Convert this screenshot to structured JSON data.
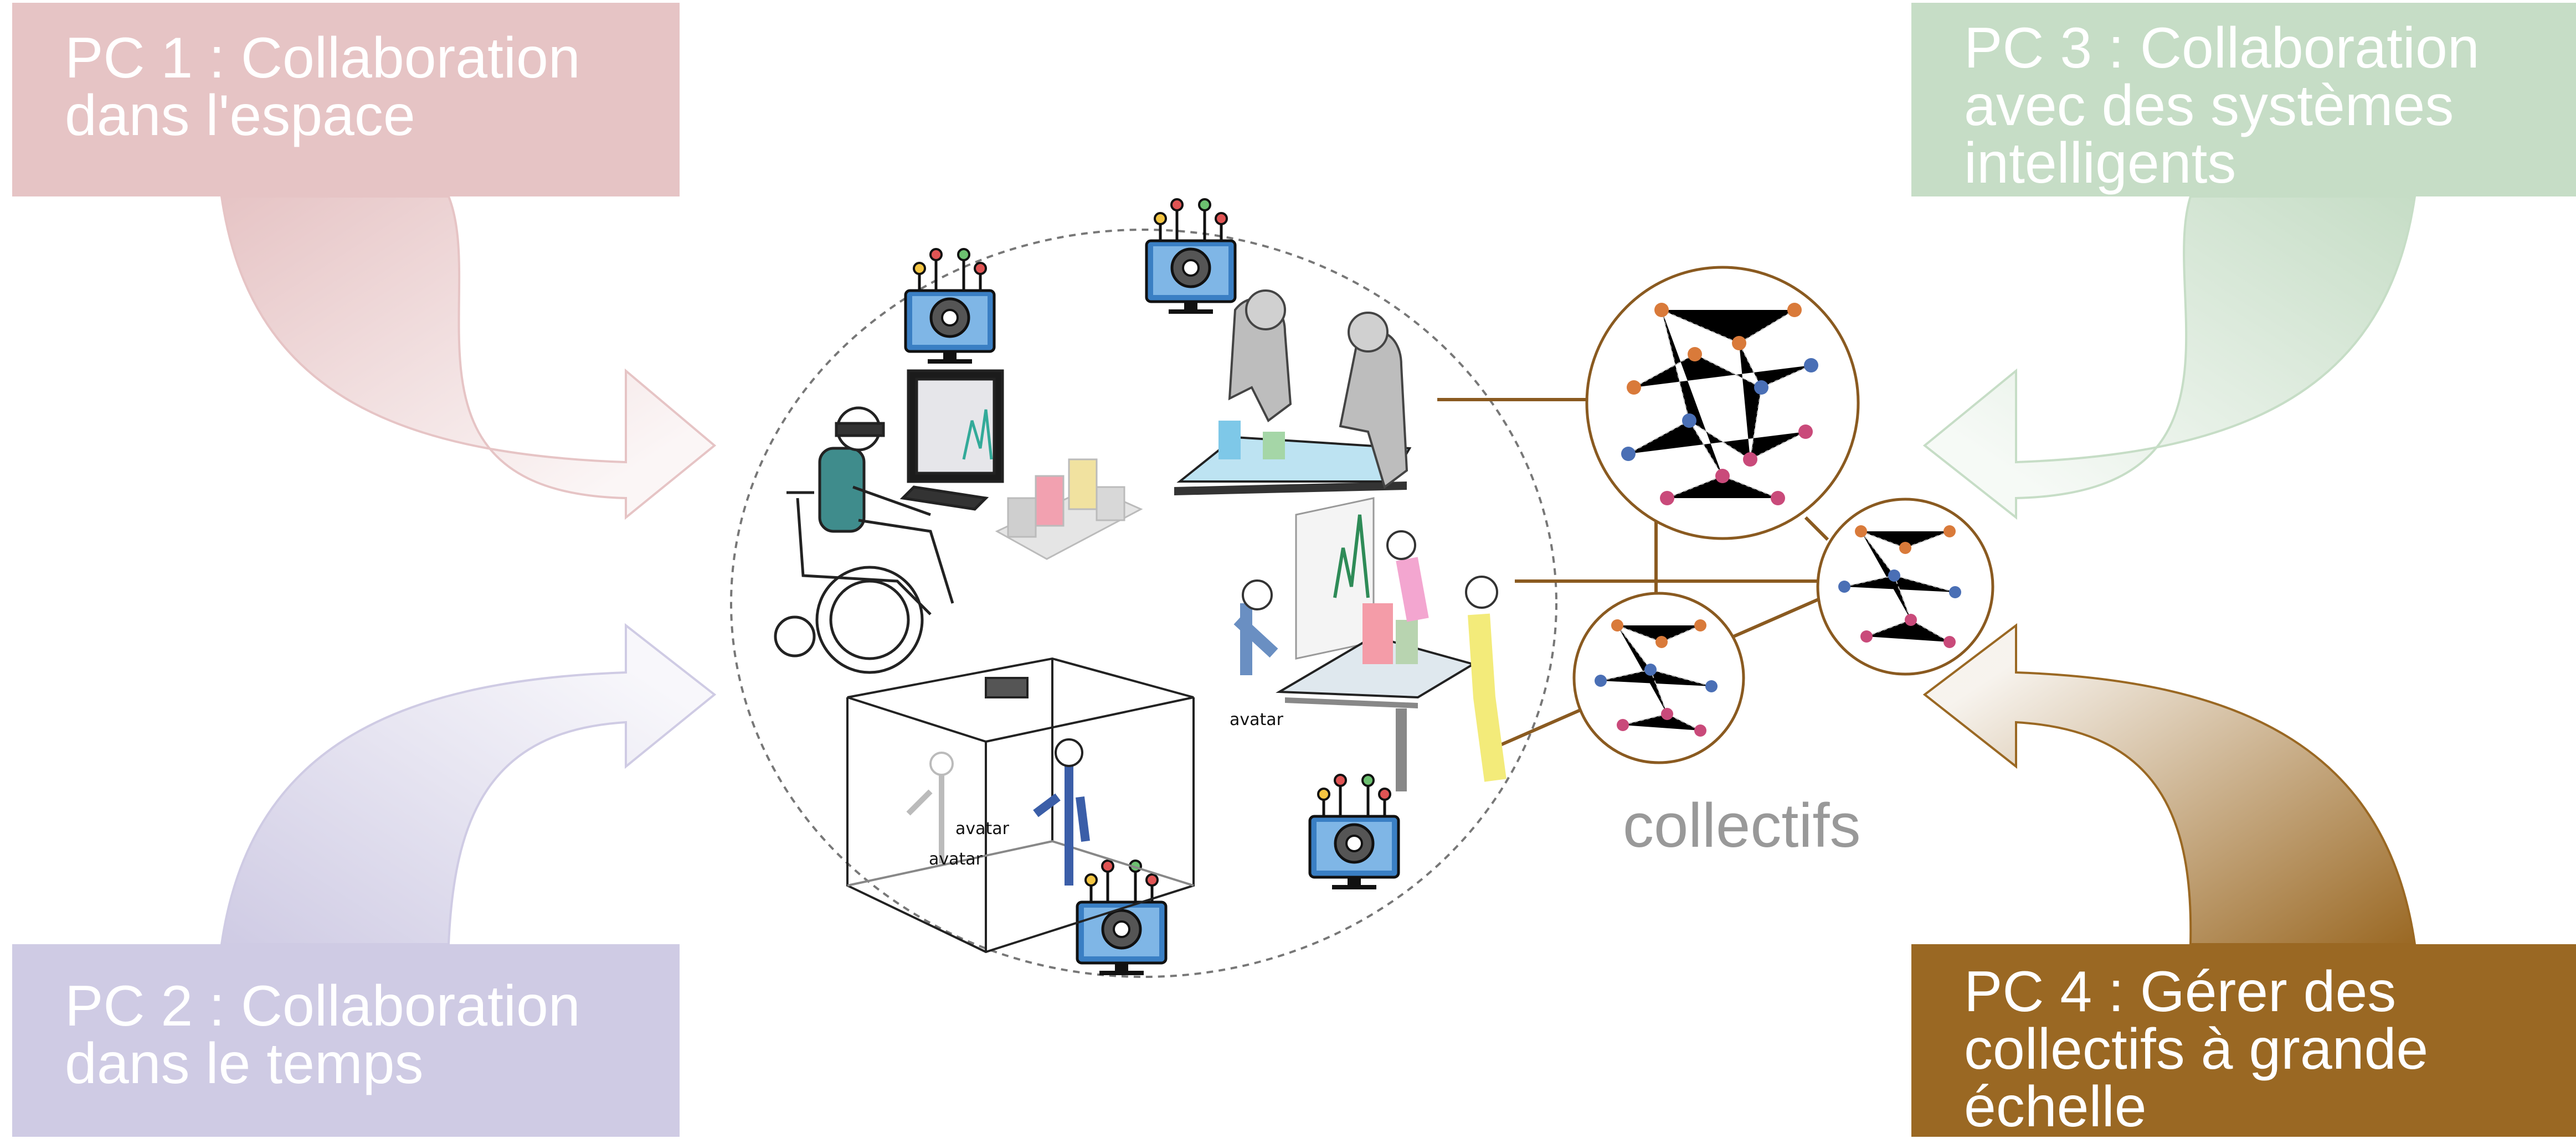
{
  "pc1": {
    "text": "PC 1 : Collaboration\ndans l'espace",
    "color": "#e6c4c5"
  },
  "pc2": {
    "text": "PC 2 : Collaboration\ndans le temps",
    "color": "#cfcbe4"
  },
  "pc3": {
    "text": "PC 3 : Collaboration\navec des systèmes\nintelligents",
    "color": "#c6ddc6"
  },
  "pc4": {
    "text": "PC 4 : Gérer des\ncollectifs à grande\néchelle",
    "color": "#9a6823"
  },
  "collectifs_label": "collectifs",
  "avatar_labels": [
    "avatar",
    "avatar",
    "avatar"
  ],
  "icons": [
    "ai-monitor-gear-icon",
    "ai-monitor-gear-icon",
    "ai-monitor-gear-icon",
    "ai-monitor-gear-icon"
  ],
  "colors": {
    "network_line": "#8a5a20",
    "circle_dash": "#777777"
  }
}
